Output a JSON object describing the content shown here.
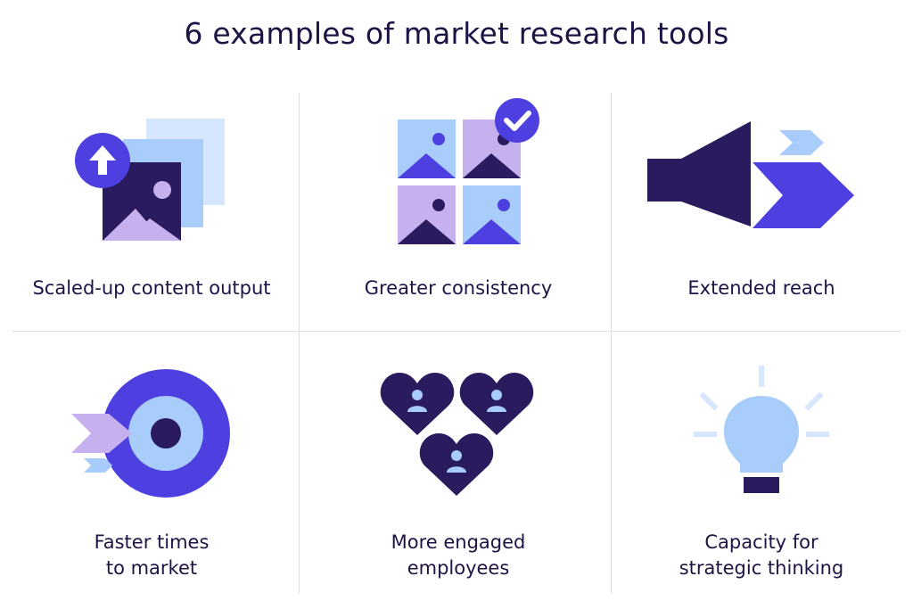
{
  "title": "6 examples of market research tools",
  "colors": {
    "dark": "#2a1a5e",
    "violet": "#4d3fe0",
    "lavender": "#c6b0ee",
    "light_blue": "#a9cdfb",
    "pale_blue": "#d6e6fd"
  },
  "items": [
    {
      "label_lines": [
        "Scaled-up content output"
      ],
      "icon": "image-upload-icon"
    },
    {
      "label_lines": [
        "Greater consistency"
      ],
      "icon": "image-grid-check-icon"
    },
    {
      "label_lines": [
        "Extended reach"
      ],
      "icon": "megaphone-icon"
    },
    {
      "label_lines": [
        "Faster times",
        "to market"
      ],
      "icon": "target-arrow-icon"
    },
    {
      "label_lines": [
        "More engaged",
        "employees"
      ],
      "icon": "hearts-people-icon"
    },
    {
      "label_lines": [
        "Capacity for",
        "strategic thinking"
      ],
      "icon": "lightbulb-icon"
    }
  ]
}
